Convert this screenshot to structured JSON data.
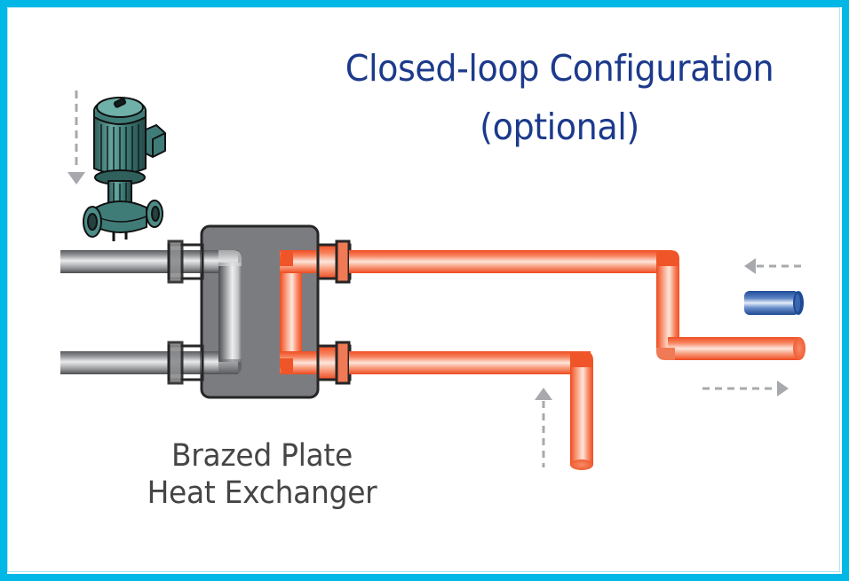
{
  "title": {
    "line1": "Closed-loop Configuration",
    "line2": "(optional)"
  },
  "component_label": {
    "line1": "Brazed Plate",
    "line2": "Heat Exchanger"
  },
  "components": {
    "pump": {
      "icon": "circulation-pump-icon",
      "color": "#3f7c78"
    },
    "heat_exchanger": {
      "icon": "brazed-plate-heat-exchanger-icon",
      "color": "#7b7c80"
    },
    "closed_loop_pipes": {
      "color": "#a9acaf"
    },
    "open_loop_pipes": {
      "color": "#f25a2e"
    },
    "supply_pipe_stub": {
      "color": "#2f5fa8"
    }
  },
  "flow_arrows": [
    {
      "id": "pump-inlet",
      "direction": "down"
    },
    {
      "id": "return-in",
      "direction": "left"
    },
    {
      "id": "supply-out",
      "direction": "right"
    },
    {
      "id": "source-in",
      "direction": "up"
    }
  ],
  "colors": {
    "frame": "#00b7e5",
    "title": "#1c3a8c",
    "label": "#454545",
    "arrow": "#a7a9ac"
  }
}
